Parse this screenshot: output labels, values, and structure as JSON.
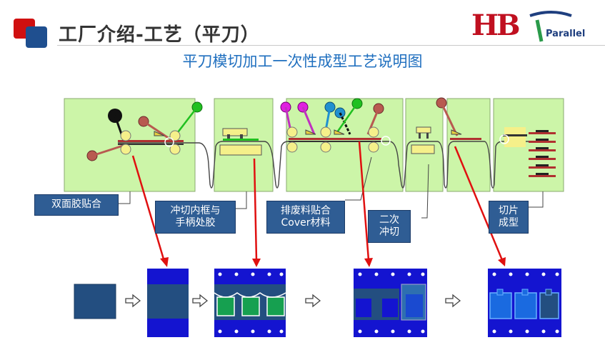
{
  "header": {
    "title": "工厂介绍-工艺（平刀）",
    "subtitle": "平刀模切加工一次性成型工艺说明图",
    "logo_hb": "HB",
    "logo_text": "Parallel"
  },
  "labels": {
    "step1": "双面胶贴合",
    "step2": "冲切内框与\n手柄处胶",
    "step3": "排废料贴合\nCover材料",
    "step4": "二次\n冲切",
    "step5": "切片\n成型"
  },
  "colors": {
    "panel_green": "#ccf5a8",
    "label_blue": "#2f5d94",
    "arrow_red": "#e01010",
    "part_blue": "#1414d0",
    "part_green": "#16a050"
  }
}
